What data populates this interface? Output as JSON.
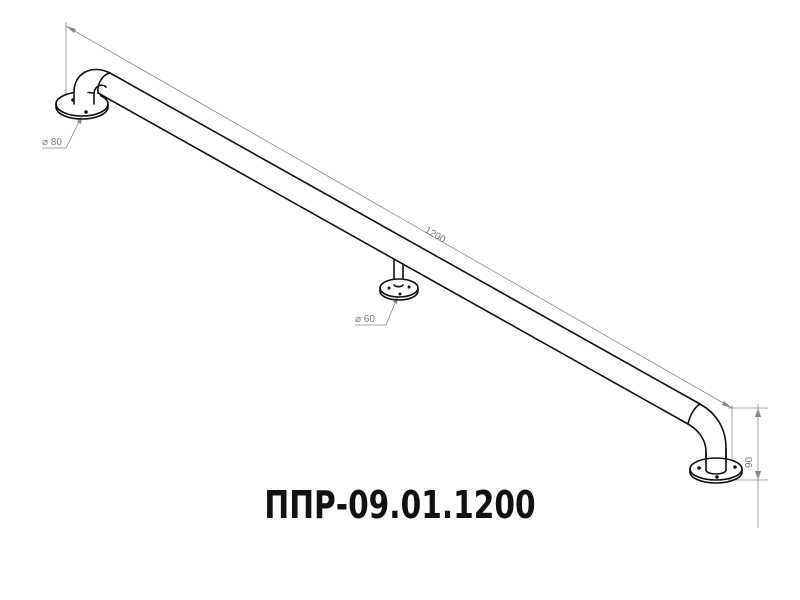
{
  "drawing": {
    "length_label": "1200",
    "height_label": "90",
    "wall_flange_label": "⌀ 80",
    "support_flange_label": "⌀ 60",
    "part_number": "ППР-09.01.1200"
  },
  "colors": {
    "outline": "#111111",
    "dimension": "#8a8a8a",
    "background": "#ffffff"
  }
}
